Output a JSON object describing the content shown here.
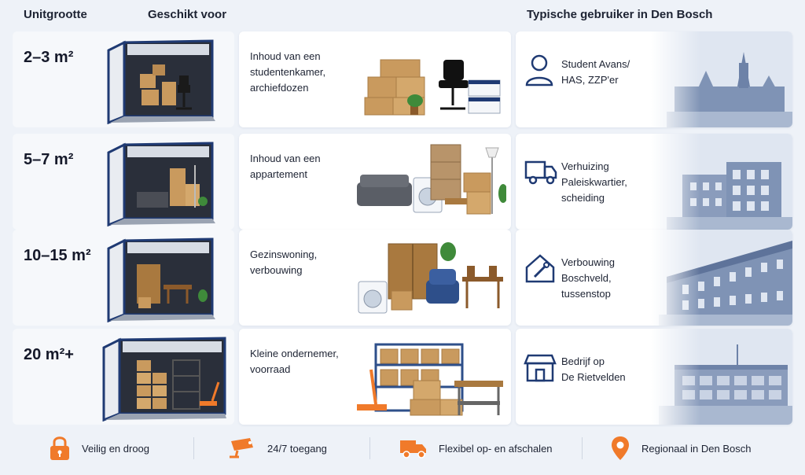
{
  "headers": {
    "unit_size": "Unitgrootte",
    "suitable_for": "Geschikt voor",
    "typical_user": "Typische gebruiker in Den Bosch"
  },
  "rows": [
    {
      "size": "2–3 m²",
      "fit_lines": [
        "Inhoud van een",
        "studentenkamer,",
        "archiefdozen"
      ],
      "user_lines": [
        "Student Avans/",
        "HAS, ZZP'er"
      ],
      "user_icon": "person-icon",
      "city_scene": "cathedral-skyline"
    },
    {
      "size": "5–7 m²",
      "fit_lines": [
        "Inhoud van een",
        "appartement"
      ],
      "user_lines": [
        "Verhuizing",
        "Paleiskwartier,",
        "scheiding"
      ],
      "user_icon": "moving-truck-icon",
      "city_scene": "apartment-building"
    },
    {
      "size": "10–15 m²",
      "fit_lines": [
        "Gezinswoning,",
        "verbouwing"
      ],
      "user_lines": [
        "Verbouwing",
        "Boschveld,",
        "tussenstop"
      ],
      "user_icon": "house-tools-icon",
      "city_scene": "terraced-houses"
    },
    {
      "size": "20 m²+",
      "fit_lines": [
        "Kleine ondernemer,",
        "voorraad"
      ],
      "user_lines": [
        "Bedrijf op",
        "De Rietvelden"
      ],
      "user_icon": "shop-icon",
      "city_scene": "business-park"
    }
  ],
  "features": [
    {
      "label": "Veilig en droog",
      "icon": "lock-icon"
    },
    {
      "label": "24/7 toegang",
      "icon": "camera-icon"
    },
    {
      "label": "Flexibel op- en afschalen",
      "icon": "truck-icon"
    },
    {
      "label": "Regionaal in Den Bosch",
      "icon": "location-pin-icon"
    }
  ],
  "colors": {
    "navy": "#1f3a73",
    "orange": "#f07a2a",
    "box": "#c99a5e",
    "text": "#1d2333"
  }
}
